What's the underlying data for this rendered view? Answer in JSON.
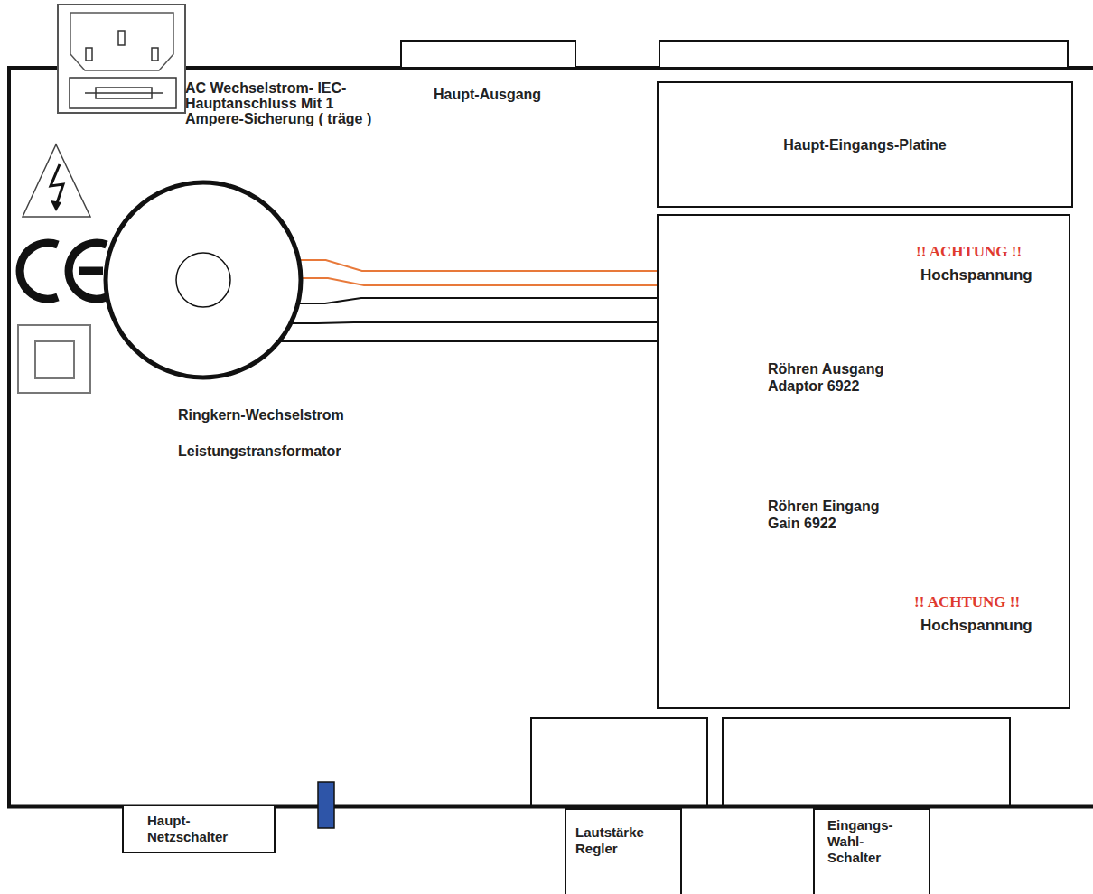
{
  "diagram": {
    "nodes": [
      {
        "text": [
          "Haupt-Eingangs-Platine"
        ]
      },
      {
        "text": [
          "Ringkern-Wechselstrom",
          "Leistungstransformator"
        ]
      },
      {
        "text": [
          "!! ACHTUNG !!",
          "Hochspannung",
          "Röhren Ausgang Adaptor 6922",
          "Röhren Eingang Gain 6922",
          "!! ACHTUNG !!",
          "Hochspannung"
        ]
      },
      {
        "text": [
          "Haupt- Netzschalter"
        ]
      },
      {
        "text": [
          "Lautstärke Regler"
        ]
      },
      {
        "text": [
          "Eingangs- Wahl- Schalter"
        ]
      }
    ],
    "edges": [
      {
        "from": 1,
        "to": 2,
        "arrow": "none"
      },
      {
        "from": 1,
        "to": 2,
        "arrow": "none"
      },
      {
        "from": 1,
        "to": 2,
        "arrow": "none"
      },
      {
        "from": 1,
        "to": 2,
        "arrow": "none"
      },
      {
        "from": 1,
        "to": 2,
        "arrow": "none"
      }
    ],
    "labels": [
      "AC Wechselstrom- IEC-Hauptanschluss Mit 1 Ampere-Sicherung ( träge )",
      "Haupt-Ausgang"
    ]
  }
}
